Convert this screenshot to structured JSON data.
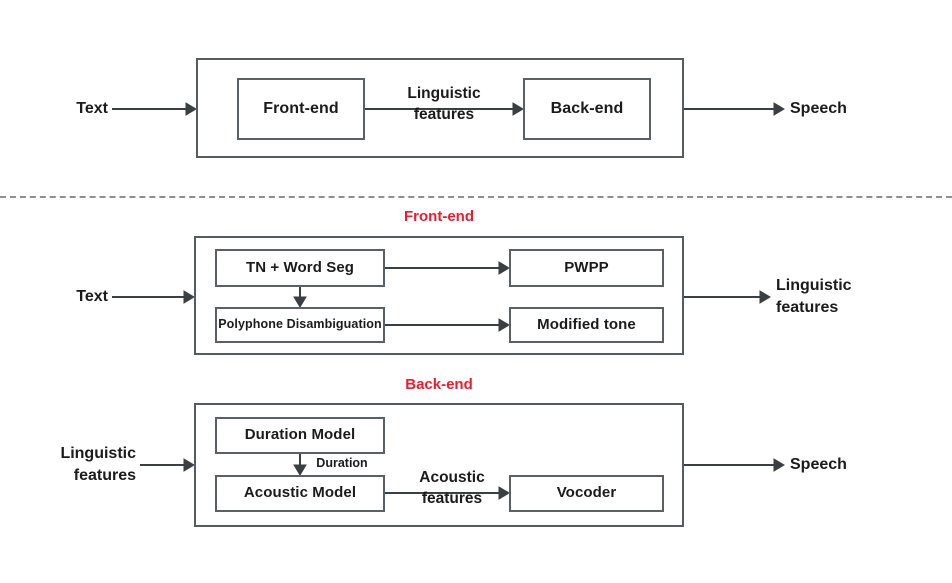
{
  "figure": {
    "type": "block-diagram",
    "title_absent": true,
    "accent_color": "#ee1b2d",
    "line_color": "#555b5e",
    "text_color": "#1b1b1b",
    "background": "#ffffff"
  },
  "separator": {
    "style": "dashed"
  },
  "overview": {
    "input_label": "Text",
    "output_label": "Speech",
    "blocks": [
      {
        "id": "front-end",
        "label": "Front-end"
      },
      {
        "id": "back-end",
        "label": "Back-end"
      }
    ],
    "connector_label": "Linguistic\nfeatures"
  },
  "frontend_detail": {
    "section_title": "Front-end",
    "input_label": "Text",
    "output_label": "Linguistic\nfeatures",
    "blocks": [
      {
        "id": "tn-word-seg",
        "label": "TN + Word Seg"
      },
      {
        "id": "pwpp",
        "label": "PWPP"
      },
      {
        "id": "polyphone",
        "label": "Polyphone Disambiguation"
      },
      {
        "id": "modified-tone",
        "label": "Modified tone"
      }
    ]
  },
  "backend_detail": {
    "section_title": "Back-end",
    "input_label": "Linguistic\nfeatures",
    "output_label": "Speech",
    "blocks": [
      {
        "id": "duration-model",
        "label": "Duration Model"
      },
      {
        "id": "acoustic-model",
        "label": "Acoustic Model"
      },
      {
        "id": "vocoder",
        "label": "Vocoder"
      }
    ],
    "connector_labels": {
      "duration": "Duration",
      "acoustic_features": "Acoustic\nfeatures"
    }
  }
}
